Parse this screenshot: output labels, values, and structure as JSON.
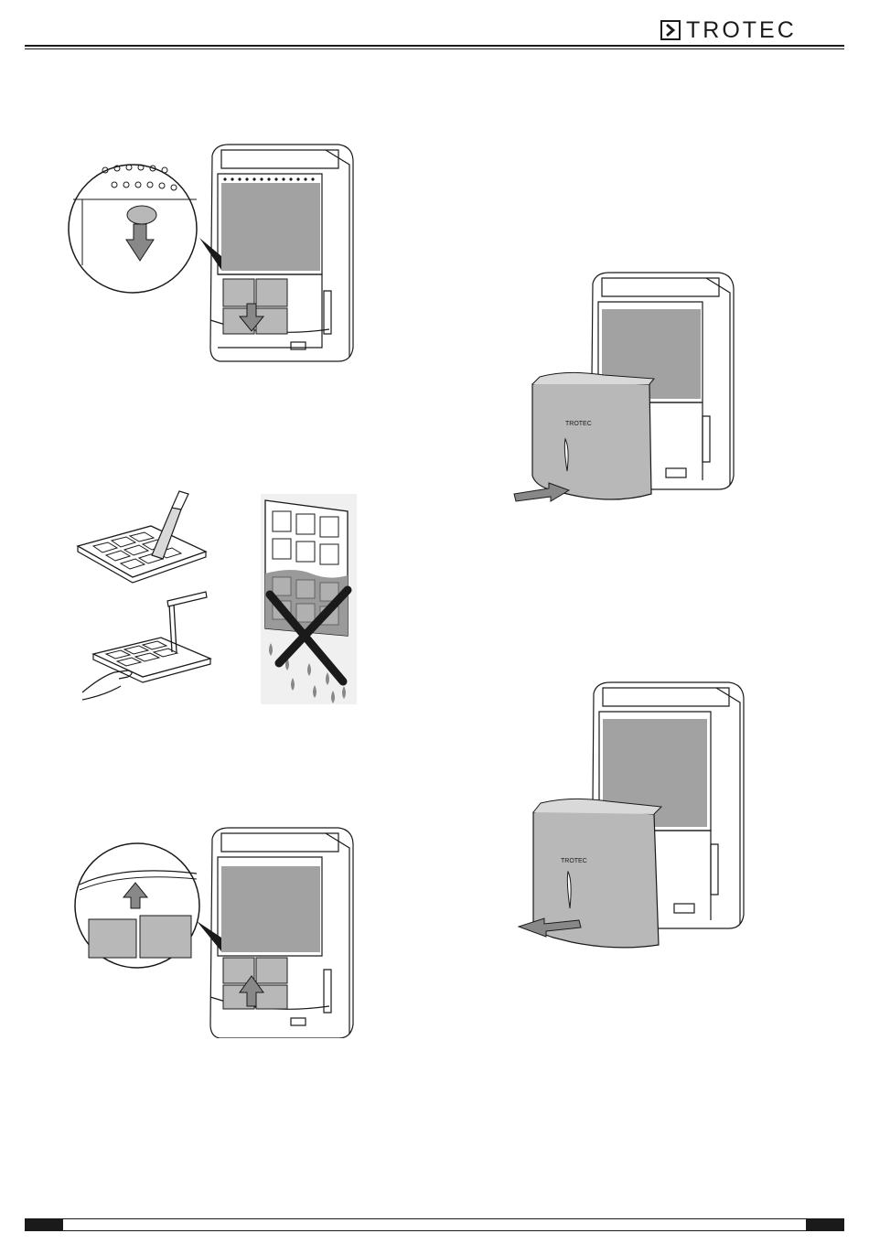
{
  "brand": {
    "name": "TROTEC",
    "logo_icon": "chevron-right-icon"
  },
  "tank_label": "TROTEC",
  "illustrations": [
    {
      "name": "filter-removal-illustration",
      "icon": "arrow-down-icon"
    },
    {
      "name": "filter-cleaning-illustration",
      "icon": "vacuum-brush-icon"
    },
    {
      "name": "filter-no-wash-illustration",
      "icon": "cross-icon"
    },
    {
      "name": "filter-insertion-illustration",
      "icon": "arrow-up-icon"
    },
    {
      "name": "tank-insertion-illustration",
      "icon": "arrow-right-icon"
    },
    {
      "name": "tank-removal-illustration",
      "icon": "arrow-left-icon"
    }
  ],
  "colors": {
    "ink": "#1a1a1a",
    "grey_fill": "#b8b8b8",
    "light_grey": "#d9d9d9"
  }
}
